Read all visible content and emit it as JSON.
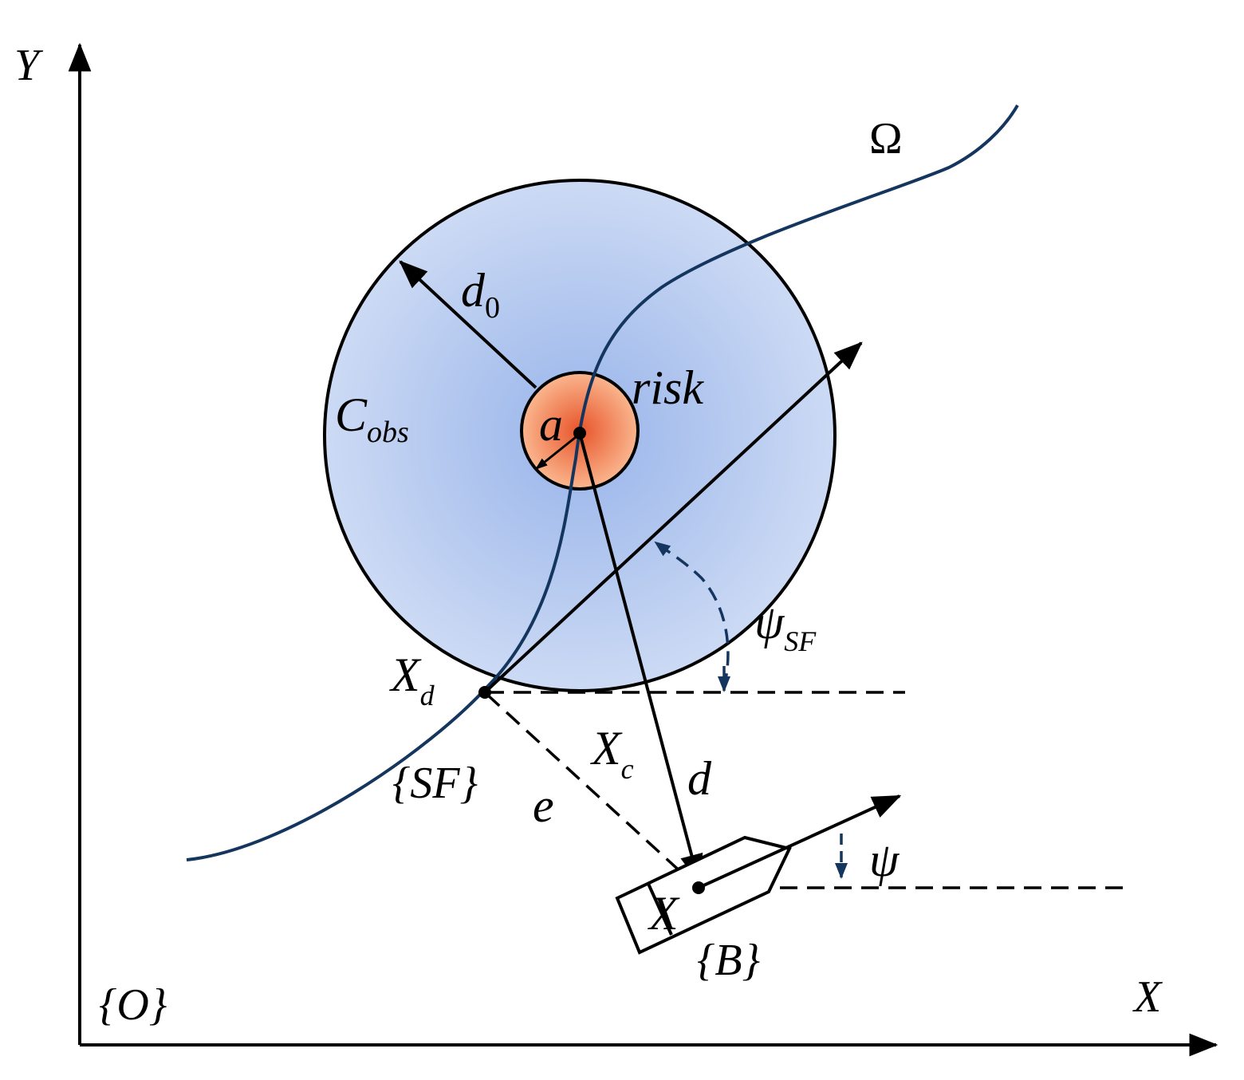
{
  "labels": {
    "y_axis": "Y",
    "x_axis": "X",
    "origin_frame": "{O}",
    "path_symbol": "Ω",
    "radius_symbol": "d",
    "radius_sub": "0",
    "region_symbol": "C",
    "region_sub": "obs",
    "risk_label": "risk",
    "center_label": "a",
    "psi_sf_symbol": "ψ",
    "psi_sf_sub": "SF",
    "xd_symbol": "X",
    "xd_sub": "d",
    "sf_frame": "{SF}",
    "xc_symbol": "X",
    "xc_sub": "c",
    "distance_label": "d",
    "error_label": "e",
    "psi_label": "ψ",
    "vessel_label": "X",
    "body_frame": "{B}"
  },
  "colors": {
    "path": "#14365e",
    "angle_arrow": "#14365e",
    "circle_outer_center": "#98b4ea",
    "circle_outer_edge": "#ccdaf4",
    "circle_inner_center": "#e8542a",
    "circle_inner_edge": "#fab68e",
    "stroke": "#000000"
  }
}
